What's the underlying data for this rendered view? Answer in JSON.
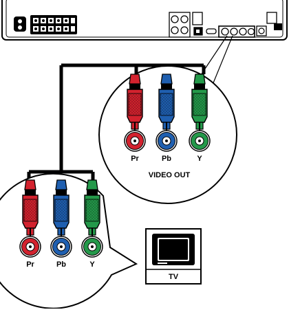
{
  "device_top": {
    "port_colors": {
      "red": "#d3222e",
      "blue": "#1f5fb0",
      "green": "#24994a"
    }
  },
  "video_out_inset": {
    "label": "VIDEO OUT",
    "plugs": [
      {
        "label": "Pr",
        "color": "red"
      },
      {
        "label": "Pb",
        "color": "blue"
      },
      {
        "label": "Y",
        "color": "green"
      }
    ]
  },
  "tv_inset": {
    "plugs": [
      {
        "label": "Pr",
        "color": "red"
      },
      {
        "label": "Pb",
        "color": "blue"
      },
      {
        "label": "Y",
        "color": "green"
      }
    ]
  },
  "tv": {
    "label": "TV",
    "icon": "tv-icon"
  }
}
